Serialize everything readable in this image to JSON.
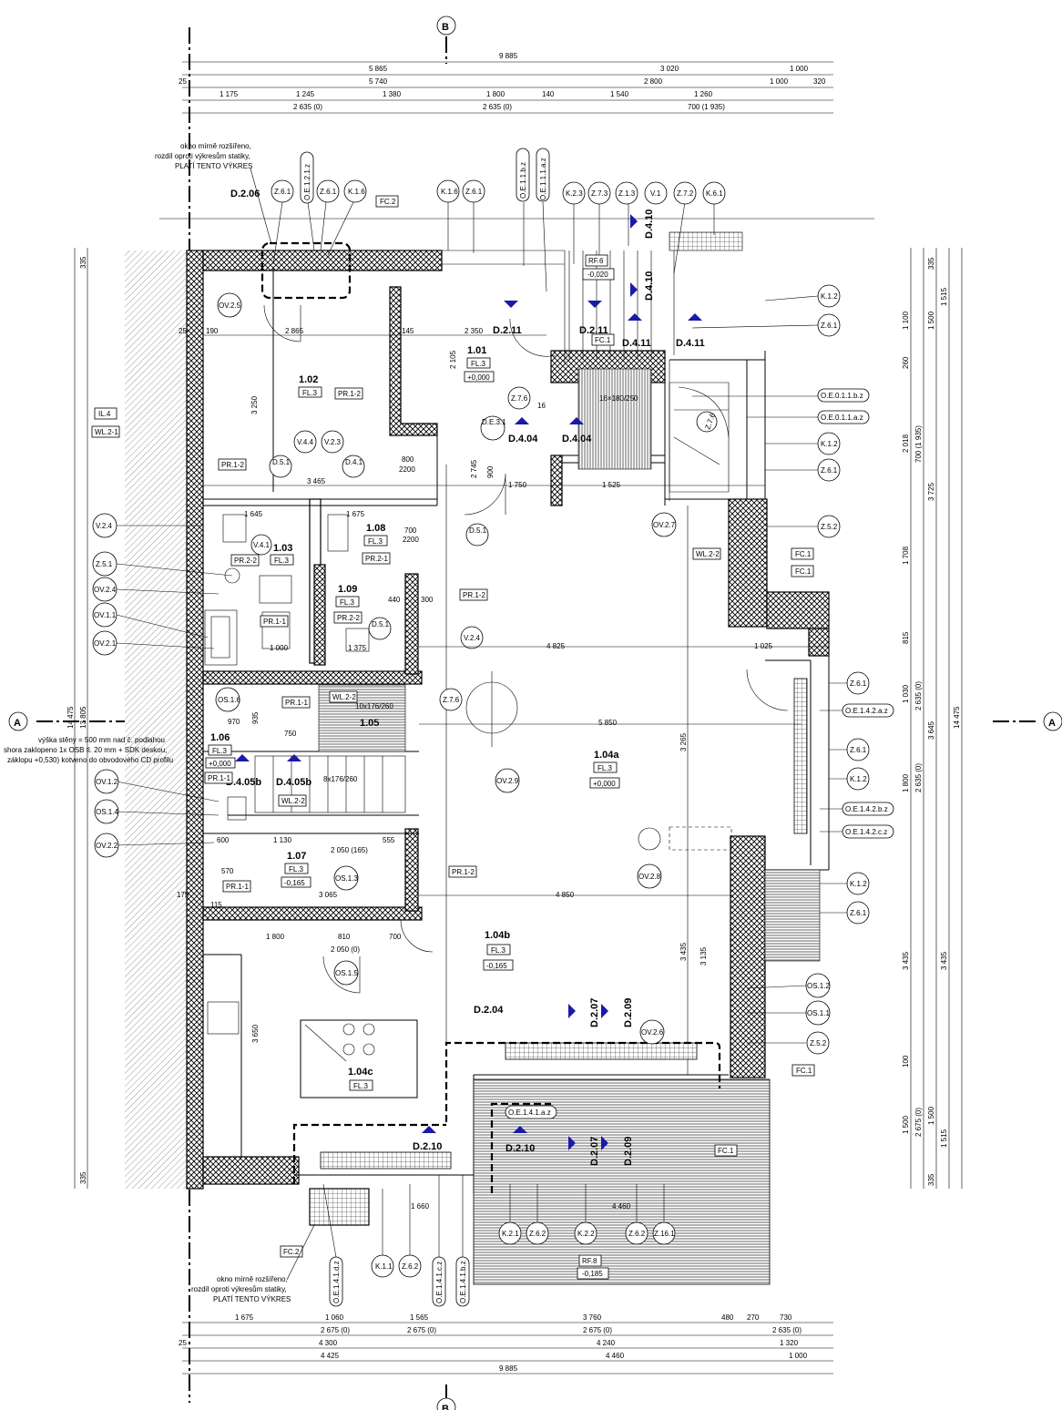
{
  "axes": {
    "top": "B",
    "bottom": "B",
    "left": "A",
    "right": "A"
  },
  "dims_top": {
    "row1": [
      "9 885"
    ],
    "row2": [
      "5 865",
      "3 020",
      "1 000"
    ],
    "row3": [
      "25",
      "5 740",
      "2 800",
      "1 000",
      "320"
    ],
    "row4": [
      "1 175",
      "1 245",
      "1 380",
      "1 800",
      "140",
      "1 540",
      "1 260"
    ],
    "row5": [
      "2 635 (0)",
      "2 635 (0)",
      "700 (1 935)"
    ]
  },
  "dims_bottom": {
    "row1": [
      "1 675",
      "1 060",
      "1 565",
      "3 760",
      "480",
      "270",
      "730"
    ],
    "row2": [
      "2 675 (0)",
      "2 675 (0)",
      "2 675 (0)",
      "2 635 (0)"
    ],
    "row3": [
      "25",
      "4 300",
      "4 240",
      "1 320"
    ],
    "row4": [
      "4 425",
      "4 460",
      "1 000"
    ],
    "row5": [
      "9 885"
    ]
  },
  "dims_left": [
    "335",
    "14 475",
    "13 805",
    "335"
  ],
  "dims_right": [
    "335",
    "1 100",
    "1 500",
    "1 515",
    "260",
    "2 018",
    "700 (1 935)",
    "3 725",
    "1 708",
    "815",
    "1 030",
    "2 635 (0)",
    "3 645",
    "1 800",
    "2 635 (0)",
    "14 475",
    "3 435",
    "3 435",
    "100",
    "1 500",
    "2 675 (0)",
    "1 500",
    "1 515",
    "335"
  ],
  "rooms": [
    {
      "num": "1.01",
      "floor": "FL.3",
      "level": "+0,000"
    },
    {
      "num": "1.02",
      "floor": "FL.3"
    },
    {
      "num": "1.03",
      "floor": "FL.3"
    },
    {
      "num": "1.08",
      "floor": "FL.3"
    },
    {
      "num": "1.09",
      "floor": "FL.3"
    },
    {
      "num": "1.05"
    },
    {
      "num": "1.06",
      "floor": "FL.3",
      "level": "+0,000"
    },
    {
      "num": "1.07",
      "floor": "FL.3",
      "level": "-0,165"
    },
    {
      "num": "1.04a",
      "floor": "FL.3",
      "level": "+0,000"
    },
    {
      "num": "1.04b",
      "floor": "FL.3",
      "level": "-0,165"
    },
    {
      "num": "1.04c",
      "floor": "FL.3"
    }
  ],
  "sections": [
    "D.2.06",
    "D.2.11",
    "D.2.11",
    "D.4.10",
    "D.4.10",
    "D.4.11",
    "D.4.11",
    "D.4.04",
    "D.4.04",
    "D.4.05b",
    "D.4.05b",
    "D.2.04",
    "D.2.07",
    "D.2.09",
    "D.2.07",
    "D.2.09",
    "D.2.10",
    "D.2.10"
  ],
  "bubbles_top": [
    "Z.6.1",
    "O.E.1.2.1.z",
    "Z.6.1",
    "K.1.6",
    "K.1.6",
    "Z.6.1",
    "O.E.1.1.b.z",
    "O.E.1.1.1.a.z",
    "K.2.3",
    "Z.7.3",
    "Z.1.3",
    "V.1",
    "Z.7.2",
    "K.6.1"
  ],
  "bubbles_right": [
    "K.1.2",
    "Z.6.1",
    "O.E.0.1.1.b.z",
    "O.E.0.1.1.a.z",
    "K.1.2",
    "Z.6.1",
    "Z.5.2",
    "Z.6.1",
    "O.E.1.4.2.a.z",
    "Z.6.1",
    "K.1.2",
    "O.E.1.4.2.b.z",
    "O.E.1.4.2.c.z",
    "K.1.2",
    "Z.6.1",
    "OS.1.2",
    "OS.1.1",
    "Z.5.2"
  ],
  "bubbles_left": [
    "V.2.4",
    "Z.5.1",
    "OV.2.4",
    "OV.1.1",
    "OV.2.1",
    "OV.1.2",
    "OS.1.4",
    "OV.2.2"
  ],
  "bubbles_bottom": [
    "K.2.1",
    "Z.6.2",
    "K.2.2",
    "Z.6.2",
    "Z.16.1",
    "K.1.1",
    "Z.6.2",
    "O.E.1.4.1.d.z",
    "O.E.1.4.1.c.z",
    "O.E.1.4.1.b.z"
  ],
  "bubbles_inner": [
    "OV.2.5",
    "V.4.4",
    "V.2.3",
    "D.5.1",
    "D.4.1",
    "V.4.1",
    "D.5.1",
    "D.5.1",
    "V.2.4",
    "OS.1.6",
    "Z.7.6",
    "OV.2.9",
    "OS.1.3",
    "OS.1.5",
    "OV.2.8",
    "OV.2.7",
    "OV.2.6",
    "Z.7.6",
    "D.E.3.1",
    "Z.7.6"
  ],
  "tags": [
    "FC.2",
    "FC.1",
    "FC.1",
    "FC.1",
    "FC.1",
    "FC.1",
    "FC.2",
    "IL.4",
    "WL.2-1",
    "WL.2-2",
    "WL.2-2",
    "WL.2-2",
    "PR.1-2",
    "PR.1-2",
    "PR.1-2",
    "PR.1-2",
    "PR.2-2",
    "PR.2-1",
    "PR.2-2",
    "PR.1-1",
    "PR.1-1",
    "PR.1-1",
    "PR.1-1",
    "RF.6",
    "RF.8"
  ],
  "notes": {
    "top_left": [
      "okno mírně rozšířeno,",
      "rozdíl oproti výkresům statiky,",
      "PLATÍ TENTO VÝKRES"
    ],
    "bottom_left": [
      "okno mírně rozšířeno,",
      "rozdíl oproti výkresům statiky,",
      "PLATÍ TENTO VÝKRES"
    ],
    "wall_note": [
      "výška stěny = 500 mm nad č. podlahou",
      "shora zaklopeno 1x OSB tl. 20 mm + SDK deskou,",
      "záklopu +0,530) kotveno do obvodového CD profilu"
    ]
  },
  "stairs": [
    "16×180/250",
    "10x176/260",
    "8x176/260"
  ],
  "levels": {
    "rf6": "-0,020",
    "rf8": "-0,185",
    "oe141az": "O.E.1.4.1.a.z"
  },
  "inner_dims": [
    "2 865",
    "2 350",
    "145",
    "190",
    "25",
    "3 250",
    "2 105",
    "3 465",
    "1 750",
    "1 525",
    "1 645",
    "1 675",
    "4 825",
    "1 025",
    "5 850",
    "4 850",
    "3 065",
    "1 800",
    "810",
    "700",
    "2 050 (0)",
    "2 050 (165)",
    "1 130",
    "555",
    "3 265",
    "3 435",
    "3 135",
    "3 650",
    "1 660",
    "4 460",
    "1 000",
    "970",
    "935",
    "750",
    "600",
    "570",
    "115",
    "175",
    "1 375",
    "440",
    "300",
    "2 745",
    "900",
    "16",
    "800",
    "2200",
    "700",
    "2200"
  ],
  "colors": {
    "ink": "#000000",
    "marker": "#1a1aa8",
    "hatch": "#888888"
  }
}
